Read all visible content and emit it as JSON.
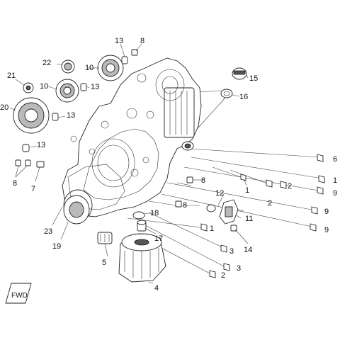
{
  "diagram": {
    "callouts": [
      {
        "id": "c13a",
        "text": "13"
      },
      {
        "id": "c8a",
        "text": "8"
      },
      {
        "id": "c22",
        "text": "22"
      },
      {
        "id": "c10a",
        "text": "10"
      },
      {
        "id": "c21",
        "text": "21"
      },
      {
        "id": "c10b",
        "text": "10"
      },
      {
        "id": "c13b",
        "text": "13"
      },
      {
        "id": "c20",
        "text": "20"
      },
      {
        "id": "c13c",
        "text": "13"
      },
      {
        "id": "c13d",
        "text": "13"
      },
      {
        "id": "c15",
        "text": "15"
      },
      {
        "id": "c16",
        "text": "16"
      },
      {
        "id": "c6",
        "text": "6"
      },
      {
        "id": "c8b",
        "text": "8"
      },
      {
        "id": "c7",
        "text": "7"
      },
      {
        "id": "c8c",
        "text": "8"
      },
      {
        "id": "c1a",
        "text": "1"
      },
      {
        "id": "c2a",
        "text": "2"
      },
      {
        "id": "c1b",
        "text": "1"
      },
      {
        "id": "c9a",
        "text": "9"
      },
      {
        "id": "c12",
        "text": "12"
      },
      {
        "id": "c2b",
        "text": "2"
      },
      {
        "id": "c8d",
        "text": "8"
      },
      {
        "id": "c9b",
        "text": "9"
      },
      {
        "id": "c11",
        "text": "11"
      },
      {
        "id": "c18",
        "text": "18"
      },
      {
        "id": "c23",
        "text": "23"
      },
      {
        "id": "c9c",
        "text": "9"
      },
      {
        "id": "c17",
        "text": "17"
      },
      {
        "id": "c1c",
        "text": "1"
      },
      {
        "id": "c19",
        "text": "19"
      },
      {
        "id": "c14",
        "text": "14"
      },
      {
        "id": "c3a",
        "text": "3"
      },
      {
        "id": "c5",
        "text": "5"
      },
      {
        "id": "c3b",
        "text": "3"
      },
      {
        "id": "c2c",
        "text": "2"
      },
      {
        "id": "c4",
        "text": "4"
      }
    ],
    "fwd_badge": "FWD"
  }
}
